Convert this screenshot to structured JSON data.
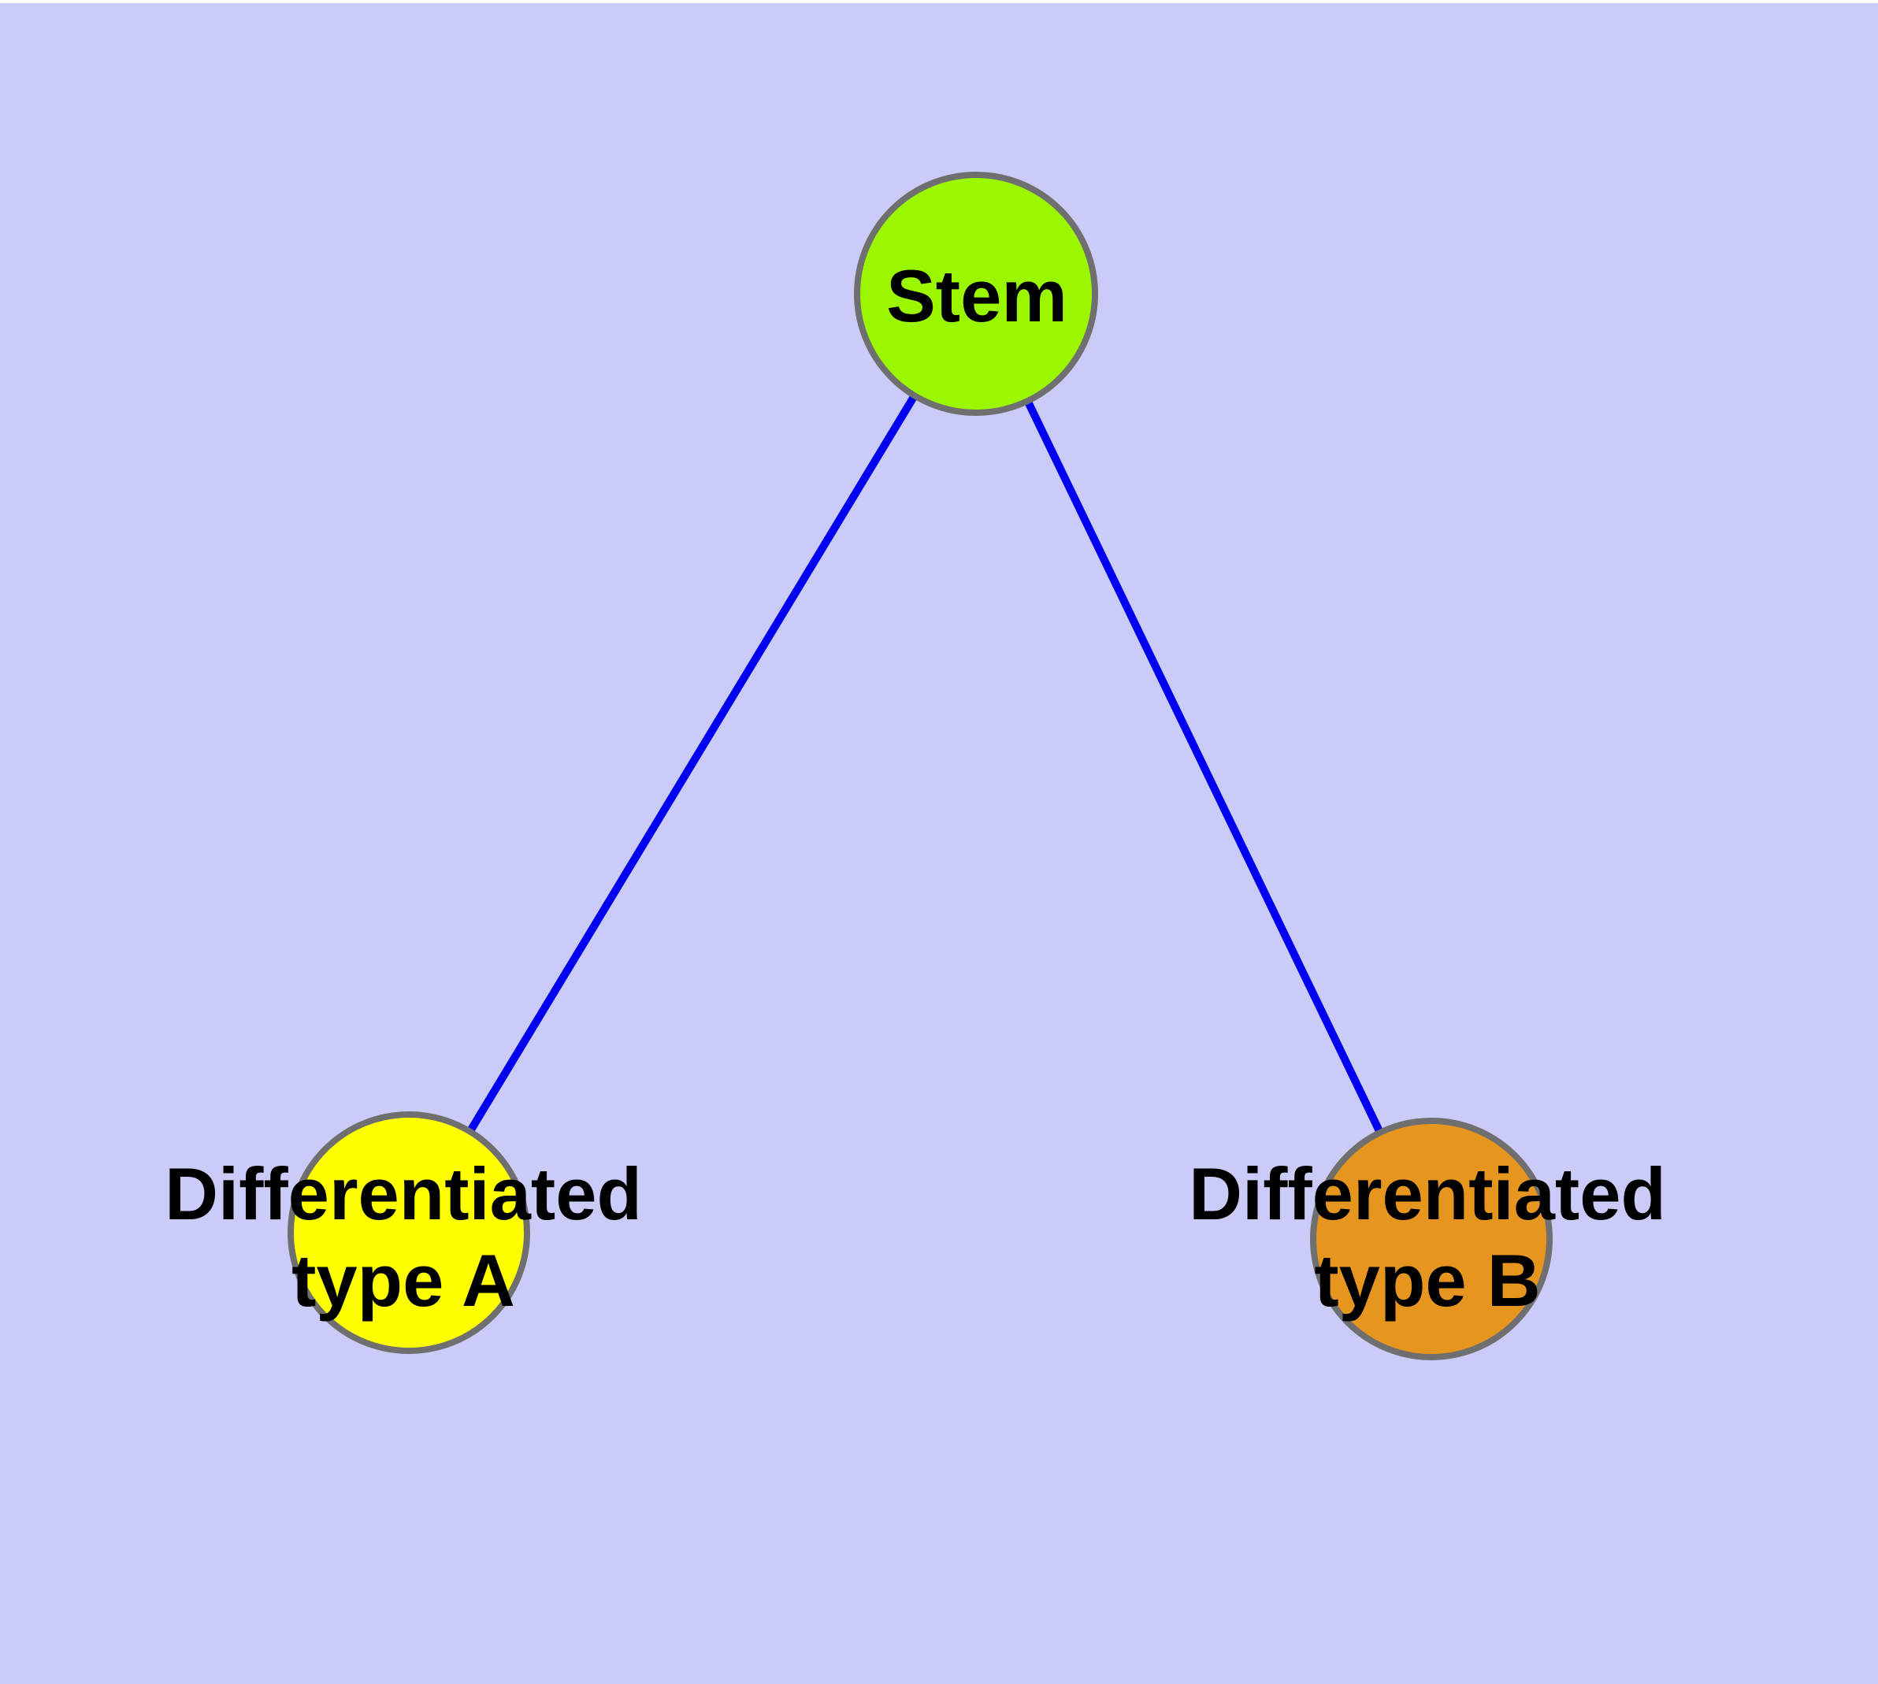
{
  "colors": {
    "background": "#CBCBF8",
    "top_margin": "#FFFFFF",
    "edge": "#0000F0",
    "node_border": "#6F6F6F",
    "label_text": "#000000"
  },
  "graph": {
    "type": "node-link-diagram",
    "nodes": [
      {
        "id": "stem",
        "label": "Stem",
        "lines": [
          "Stem"
        ],
        "fill": "#9AF700"
      },
      {
        "id": "differentiated-type-a",
        "label": "Differentiated type A",
        "lines": [
          "Differentiated",
          "type A"
        ],
        "fill": "#FFFF00"
      },
      {
        "id": "differentiated-type-b",
        "label": "Differentiated type B",
        "lines": [
          "Differentiated",
          "type B"
        ],
        "fill": "#E6961E"
      }
    ],
    "edges": [
      {
        "from": "Stem",
        "to": "Differentiated type A"
      },
      {
        "from": "Stem",
        "to": "Differentiated type B"
      }
    ]
  }
}
